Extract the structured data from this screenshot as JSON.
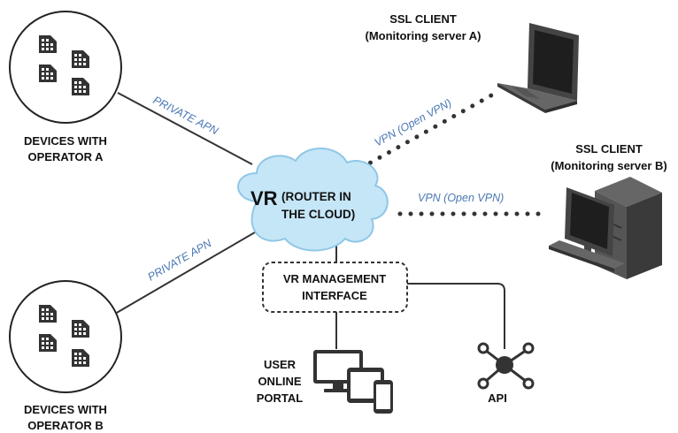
{
  "operator_a": {
    "label_line1": "DEVICES WITH",
    "label_line2": "OPERATOR A"
  },
  "operator_b": {
    "label_line1": "DEVICES WITH",
    "label_line2": "OPERATOR B"
  },
  "links": {
    "apn_a": "PRIVATE APN",
    "apn_b": "PRIVATE APN",
    "vpn_a": "VPN (Open VPN)",
    "vpn_b": "VPN (Open VPN)"
  },
  "cloud": {
    "prefix": "VR",
    "line1": "(ROUTER IN",
    "line2": "THE CLOUD)"
  },
  "ssl_a": {
    "line1": "SSL CLIENT",
    "line2": "(Monitoring server A)"
  },
  "ssl_b": {
    "line1": "SSL CLIENT",
    "line2": "(Monitoring server B)"
  },
  "mgmt": {
    "line1": "VR MANAGEMENT",
    "line2": "INTERFACE"
  },
  "portal": {
    "line1": "USER",
    "line2": "ONLINE",
    "line3": "PORTAL"
  },
  "api": {
    "label": "API"
  },
  "colors": {
    "cloud_fill": "#c5e6f7",
    "cloud_stroke": "#8fc7e6",
    "link_text": "#4a78b4",
    "dark": "#333333"
  }
}
